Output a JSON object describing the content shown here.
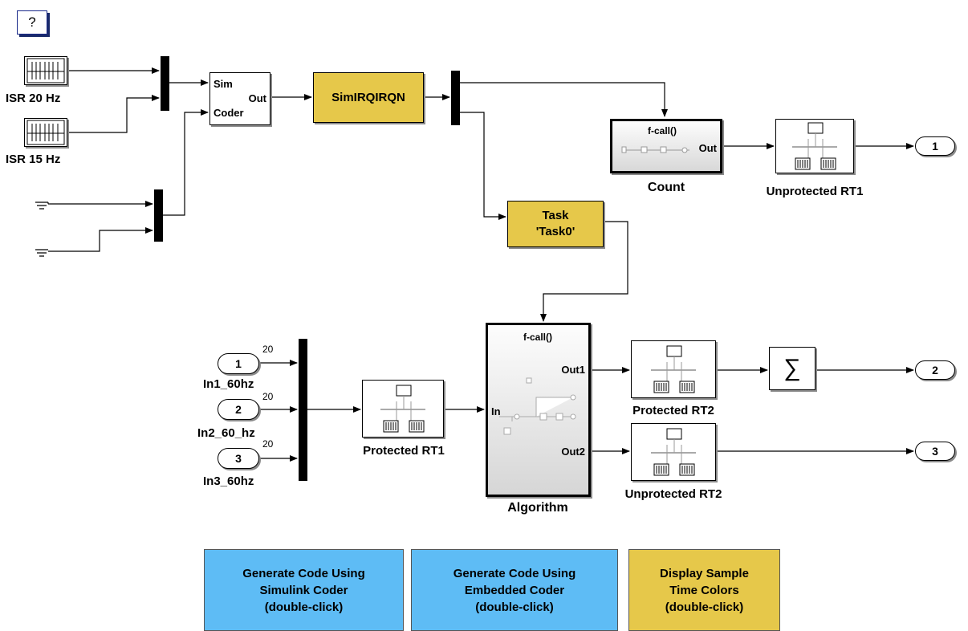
{
  "help_button": {
    "label": "?"
  },
  "sources": [
    {
      "id": "isr20",
      "label": "ISR 20 Hz"
    },
    {
      "id": "isr15",
      "label": "ISR 15 Hz"
    }
  ],
  "sim_block": {
    "line1": "Sim",
    "line2": "Out",
    "line3": "Coder"
  },
  "irq_block": {
    "label": "SimIRQIRQN"
  },
  "task_block": {
    "line1": "Task",
    "line2": "'Task0'"
  },
  "count_block": {
    "header": "f-call()",
    "out_label": "Out",
    "caption": "Count"
  },
  "unprotected_rt1": {
    "caption": "Unprotected RT1"
  },
  "unprotected_rt2": {
    "caption": "Unprotected RT2"
  },
  "protected_rt1": {
    "caption": "Protected RT1"
  },
  "protected_rt2": {
    "caption": "Protected RT2"
  },
  "algorithm_block": {
    "header": "f-call()",
    "in_label": "In",
    "out1_label": "Out1",
    "out2_label": "Out2",
    "caption": "Algorithm"
  },
  "sum_block": {
    "symbol": "∑"
  },
  "inports": [
    {
      "num": "1",
      "name": "In1_60hz",
      "rate": "20"
    },
    {
      "num": "2",
      "name": "In2_60_hz",
      "rate": "20"
    },
    {
      "num": "3",
      "name": "In3_60hz",
      "rate": "20"
    }
  ],
  "outports": [
    {
      "num": "1"
    },
    {
      "num": "2"
    },
    {
      "num": "3"
    }
  ],
  "action_buttons": [
    {
      "label": "Generate Code Using\nSimulink Coder\n(double-click)",
      "color": "#5ebcf5"
    },
    {
      "label": "Generate Code Using\nEmbedded Coder\n(double-click)",
      "color": "#5ebcf5"
    },
    {
      "label": "Display Sample\nTime Colors\n(double-click)",
      "color": "#e6c84a"
    }
  ],
  "colors": {
    "gold": "#e6c84a",
    "blue": "#5ebcf5",
    "shadow": "#8a8a8a"
  }
}
